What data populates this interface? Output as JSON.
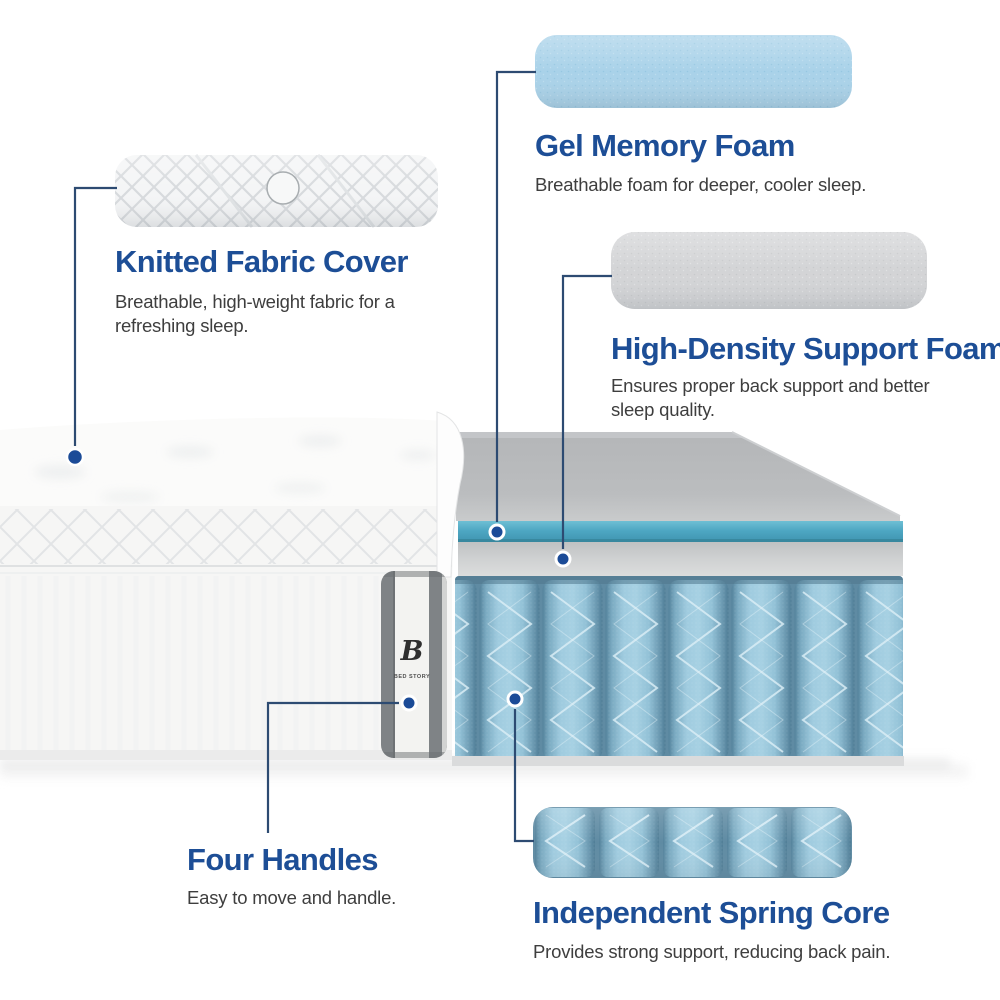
{
  "page": {
    "background": "#ffffff",
    "type": "mattress-construction-infographic"
  },
  "brand_tag": {
    "initial": "B",
    "name": "BED STORY"
  },
  "callouts": {
    "gel_memory_foam": {
      "title": "Gel Memory Foam",
      "description": "Breathable foam for deeper, cooler sleep."
    },
    "knitted_fabric_cover": {
      "title": "Knitted Fabric Cover",
      "description": "Breathable, high-weight fabric for a refreshing sleep."
    },
    "high_density_support_foam": {
      "title": "High-Density Support Foam",
      "description": "Ensures proper back support and better sleep quality."
    },
    "four_handles": {
      "title": "Four Handles",
      "description": "Easy to move and handle."
    },
    "independent_spring_core": {
      "title": "Independent Spring Core",
      "description": "Provides strong support, reducing back pain."
    }
  },
  "colors": {
    "title_blue": "#1d4e96",
    "body_text": "#3e3e3e",
    "callout_line": "#2d4b72",
    "callout_dot": "#1b4b97",
    "gel_swatch": "#a9d2e9",
    "gel_layer_teal": "#4ea7c3",
    "support_foam_gray": "#d3d4d6",
    "top_foam_slab_gray": "#b7b9bb",
    "spring_fabric_blue": "#9ccadd",
    "spring_shadow_blue": "#5d8ea7",
    "tag_gray": "#7f8386",
    "mattress_white": "#f6f6f5"
  }
}
